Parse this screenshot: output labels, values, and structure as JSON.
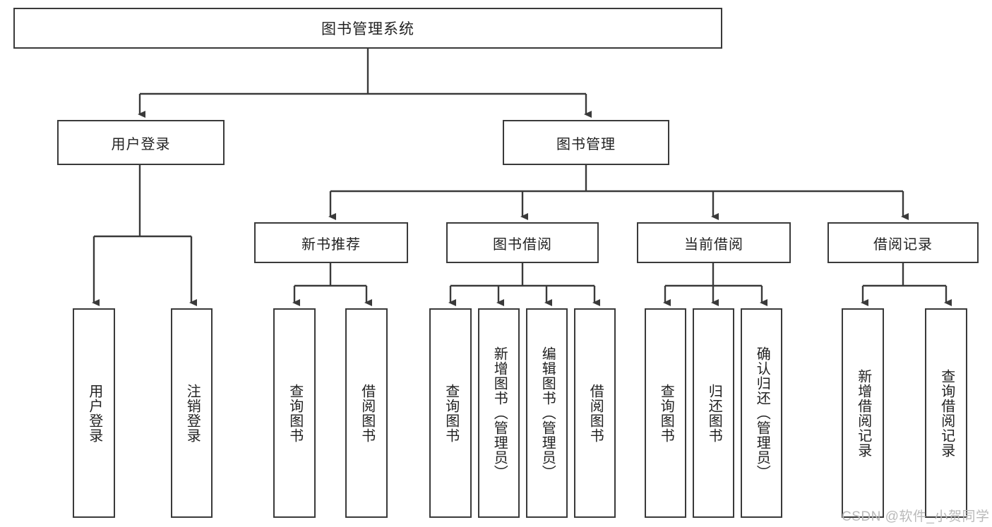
{
  "diagram": {
    "type": "tree",
    "title": "图书管理系统",
    "root": {
      "label": "图书管理系统"
    },
    "level2": [
      {
        "label": "用户登录"
      },
      {
        "label": "图书管理"
      }
    ],
    "level3": [
      {
        "label": "新书推荐"
      },
      {
        "label": "图书借阅"
      },
      {
        "label": "当前借阅"
      },
      {
        "label": "借阅记录"
      }
    ],
    "leaves": {
      "user_login": [
        {
          "label": "用户登录"
        },
        {
          "label": "注销登录"
        }
      ],
      "new_book_recommend": [
        {
          "label": "查询图书"
        },
        {
          "label": "借阅图书"
        }
      ],
      "book_borrow": [
        {
          "label": "查询图书"
        },
        {
          "label": "新增图书（管理员）"
        },
        {
          "label": "编辑图书（管理员）"
        },
        {
          "label": "借阅图书"
        }
      ],
      "current_borrow": [
        {
          "label": "查询图书"
        },
        {
          "label": "归还图书"
        },
        {
          "label": "确认归还（管理员）"
        }
      ],
      "borrow_record": [
        {
          "label": "新增借阅记录"
        },
        {
          "label": "查询借阅记录"
        }
      ]
    }
  },
  "watermark": {
    "text": "CSDN @软件_小贺同学"
  },
  "colors": {
    "stroke": "#3a3a3a",
    "fill": "#ffffff",
    "text": "#222222",
    "watermark": "#b9b9b9"
  }
}
